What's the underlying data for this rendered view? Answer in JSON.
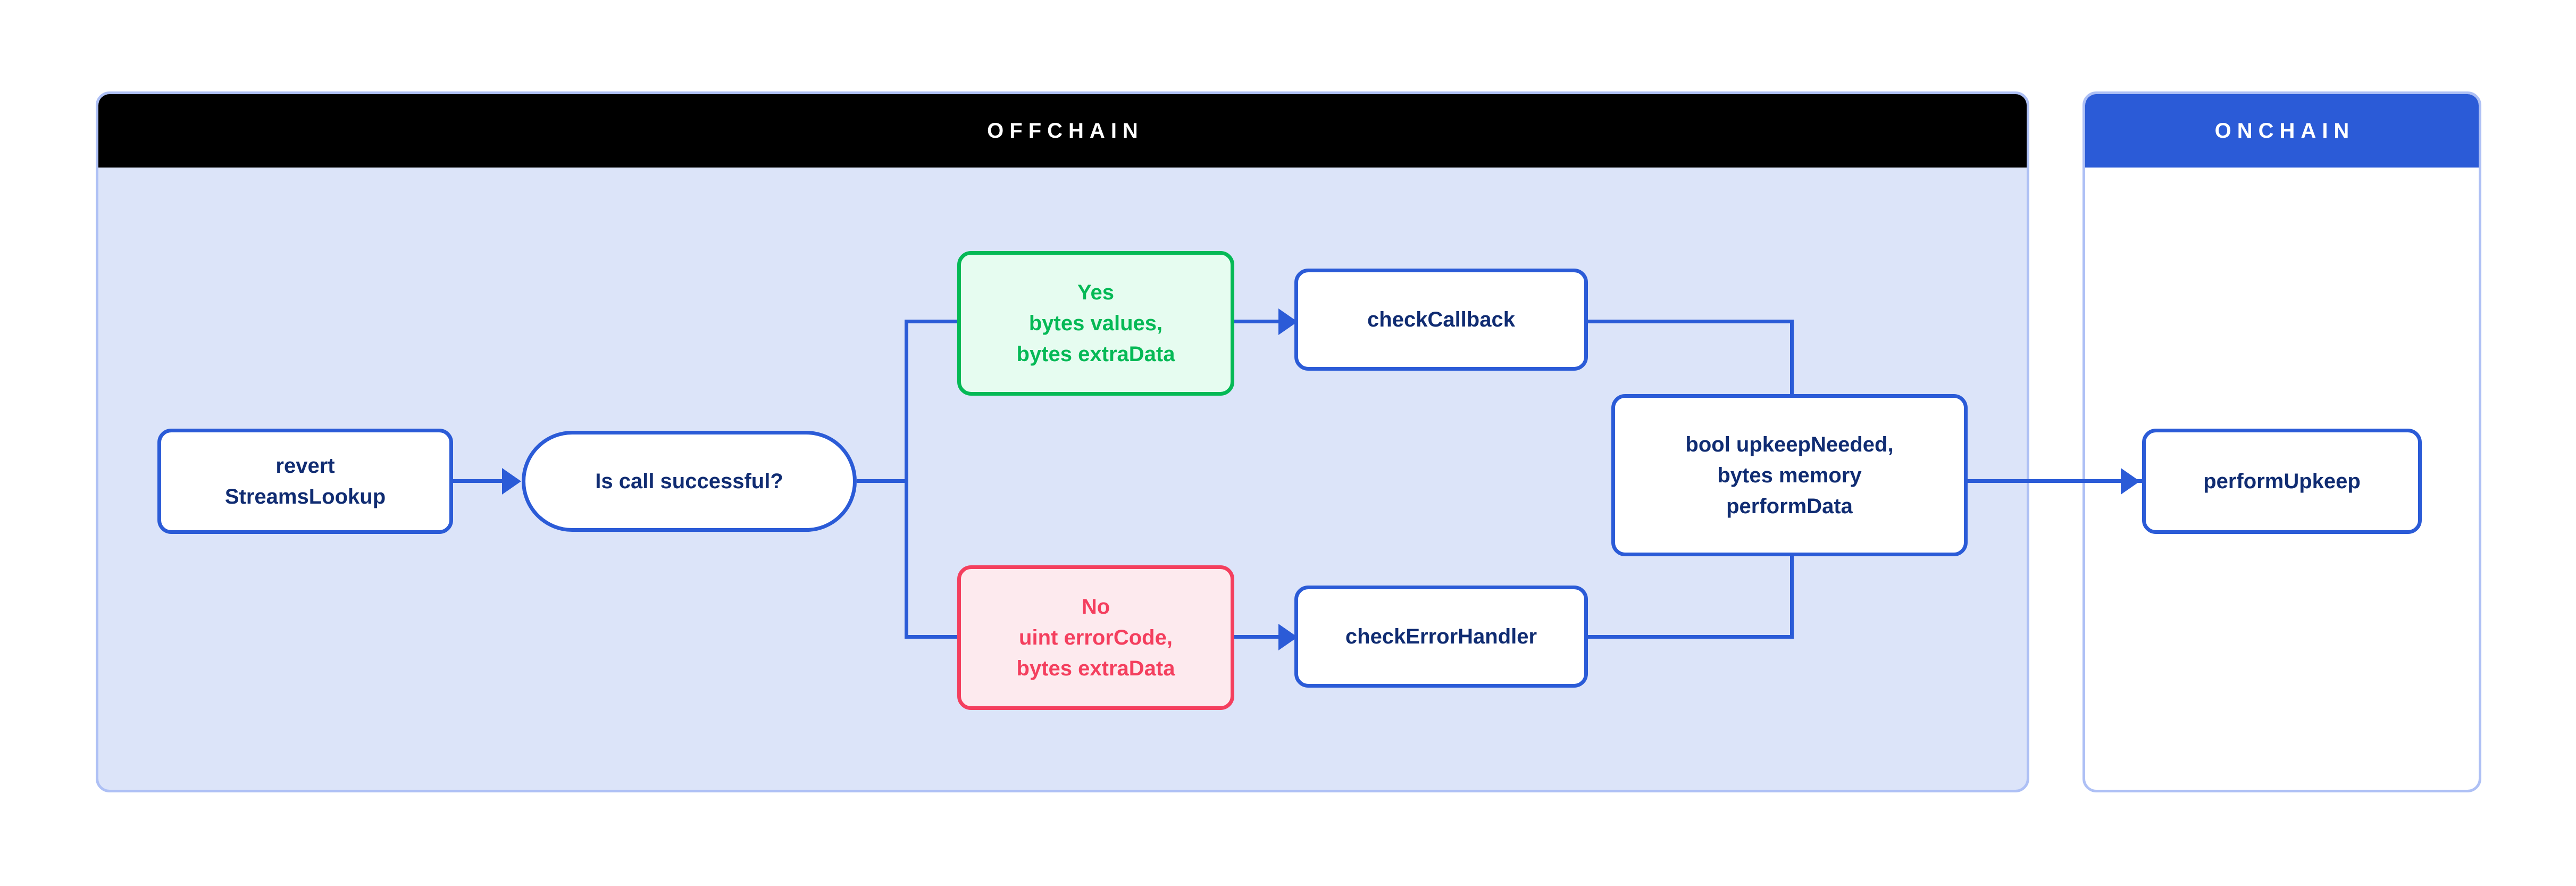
{
  "diagram": {
    "panels": [
      {
        "id": "offchain",
        "title": "OFFCHAIN",
        "header_bg": "#000000",
        "body_bg": "#DCE4F9"
      },
      {
        "id": "onchain",
        "title": "ONCHAIN",
        "header_bg": "#2B5BD7",
        "body_bg": "#FFFFFF"
      }
    ],
    "nodes": {
      "revert": {
        "label": "revert\nStreamsLookup",
        "line1": "revert",
        "line2": "StreamsLookup",
        "shape": "rounded-rect",
        "color": "#102C72"
      },
      "decision": {
        "label": "Is call successful?",
        "shape": "pill",
        "color": "#102C72"
      },
      "yes": {
        "line1": "Yes",
        "line2": "bytes values,",
        "line3": "bytes extraData",
        "shape": "rounded-rect",
        "color": "#05B956",
        "fill": "#E6FCF0"
      },
      "no": {
        "line1": "No",
        "line2": "uint errorCode,",
        "line3": "bytes extraData",
        "shape": "rounded-rect",
        "color": "#F43F5E",
        "fill": "#FDEAEE"
      },
      "check_callback": {
        "label": "checkCallback",
        "shape": "rounded-rect",
        "color": "#102C72"
      },
      "check_error_handler": {
        "label": "checkErrorHandler",
        "shape": "rounded-rect",
        "color": "#102C72"
      },
      "merge": {
        "line1": "bool upkeepNeeded,",
        "line2": "bytes memory",
        "line3": "performData",
        "shape": "rounded-rect",
        "color": "#102C72"
      },
      "perform_upkeep": {
        "label": "performUpkeep",
        "shape": "rounded-rect",
        "color": "#102C72"
      }
    },
    "edges": [
      {
        "from": "revert",
        "to": "decision",
        "arrow": true
      },
      {
        "from": "decision",
        "to": "yes",
        "arrow": false
      },
      {
        "from": "decision",
        "to": "no",
        "arrow": false
      },
      {
        "from": "yes",
        "to": "check_callback",
        "arrow": true
      },
      {
        "from": "no",
        "to": "check_error_handler",
        "arrow": true
      },
      {
        "from": "check_callback",
        "to": "merge",
        "arrow": false
      },
      {
        "from": "check_error_handler",
        "to": "merge",
        "arrow": false
      },
      {
        "from": "merge",
        "to": "perform_upkeep",
        "arrow": true
      }
    ],
    "colors": {
      "connector": "#2B5BD7",
      "node_border": "#2B5BD7",
      "node_text": "#102C72",
      "panel_border": "#AEC0F5",
      "offchain_bg": "#DCE4F9",
      "success": "#05B956",
      "error": "#F43F5E"
    }
  }
}
